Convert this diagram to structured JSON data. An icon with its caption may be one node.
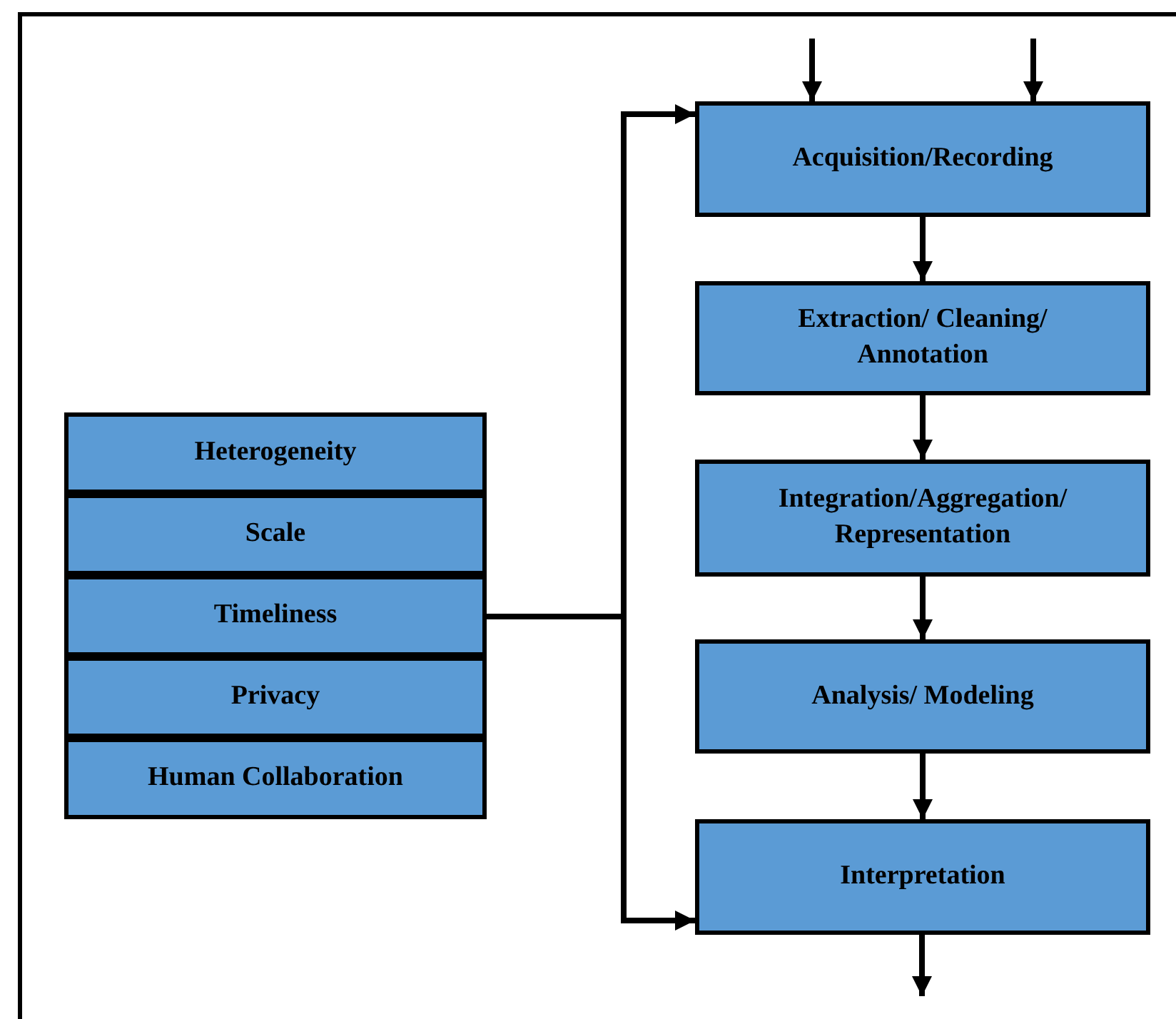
{
  "diagram": {
    "nodes": [
      {
        "text": [
          "Heterogeneity"
        ]
      },
      {
        "text": [
          "Scale"
        ]
      },
      {
        "text": [
          "Timeliness"
        ]
      },
      {
        "text": [
          "Privacy"
        ]
      },
      {
        "text": [
          "Human Collaboration"
        ]
      },
      {
        "text": [
          "Acquisition/Recording"
        ]
      },
      {
        "text": [
          "Extraction/ Cleaning/ Annotation"
        ]
      },
      {
        "text": [
          "Integration/Aggregation/ Representation"
        ]
      },
      {
        "text": [
          "Analysis/ Modeling"
        ]
      },
      {
        "text": [
          "Interpretation"
        ]
      }
    ],
    "edges": [
      {
        "from": 2,
        "to": 5,
        "arrow": "to"
      },
      {
        "from": 2,
        "to": 9,
        "arrow": "to"
      },
      {
        "from": null,
        "to": 5,
        "arrow": "to"
      },
      {
        "from": null,
        "to": 5,
        "arrow": "to"
      },
      {
        "from": 5,
        "to": 6,
        "arrow": "to"
      },
      {
        "from": 6,
        "to": 7,
        "arrow": "to"
      },
      {
        "from": 7,
        "to": 8,
        "arrow": "to"
      },
      {
        "from": 8,
        "to": 9,
        "arrow": "to"
      },
      {
        "from": 9,
        "to": null,
        "arrow": "to"
      }
    ]
  }
}
